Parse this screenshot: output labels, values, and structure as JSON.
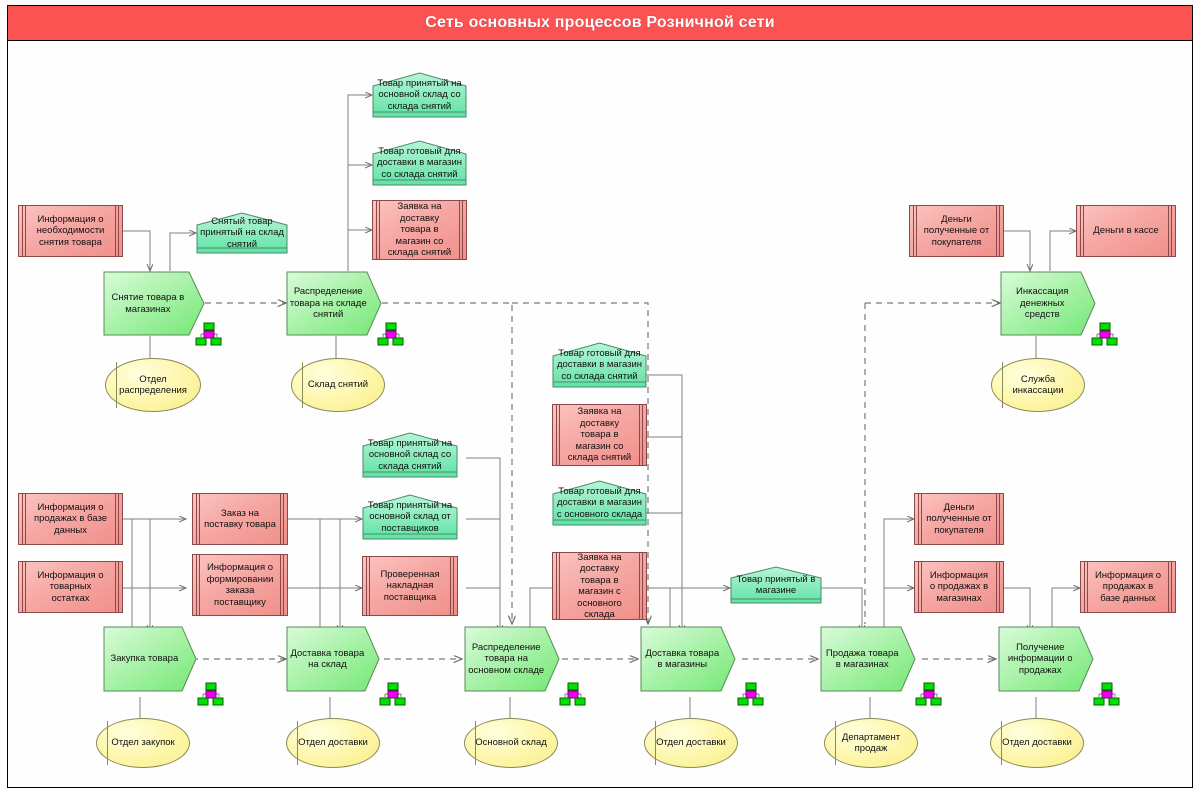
{
  "title": "Сеть основных процессов Розничной сети",
  "colors": {
    "title_bar": "#fb5252",
    "title_text": "#ffffff",
    "data_fill": "#f3a19c",
    "data_border": "#8a4a4a",
    "event_fill": "#7fe9b4",
    "event_border": "#4a8a6a",
    "process_fill": "#8df08d",
    "process_border": "#5a8a5a",
    "org_fill": "#fdf3a0",
    "org_border": "#8a8a5a",
    "connector": "#707070",
    "icon_node": "#00e000",
    "icon_center": "#ee00ee"
  },
  "legend_icon": "org-chart-icon",
  "processes": [
    {
      "id": "p_snyatie",
      "label": "Снятие товара в магазинах",
      "org": "Отдел распределения"
    },
    {
      "id": "p_raspr_sn",
      "label": "Распределение товара на складе снятий",
      "org": "Склад снятий"
    },
    {
      "id": "p_inkass",
      "label": "Инкассация денежных средств",
      "org": "Служба инкассации"
    },
    {
      "id": "p_zakupka",
      "label": "Закупка товара",
      "org": "Отдел закупок"
    },
    {
      "id": "p_dostavka1",
      "label": "Доставка товара на склад",
      "org": "Отдел доставки"
    },
    {
      "id": "p_raspr_osn",
      "label": "Распределение товара на основном складе",
      "org": "Основной склад"
    },
    {
      "id": "p_dostavka2",
      "label": "Доставка товара в магазины",
      "org": "Отдел доставки"
    },
    {
      "id": "p_prodazha",
      "label": "Продажа товара в магазинах",
      "org": "Департамент продаж"
    },
    {
      "id": "p_poluchenie",
      "label": "Получение информации о продажах",
      "org": "Отдел доставки"
    }
  ],
  "data_objects": [
    {
      "id": "d_info_neob",
      "label": "Информация о необходимости снятия товара"
    },
    {
      "id": "d_zayavka_sn",
      "label": "Заявка на доставку товара в магазин со склада снятий"
    },
    {
      "id": "d_dengi_pok1",
      "label": "Деньги полученные от покупателя"
    },
    {
      "id": "d_dengi_kassa",
      "label": "Деньги в кассе"
    },
    {
      "id": "d_zayavka_sn2",
      "label": "Заявка на доставку товара в магазин со склада снятий"
    },
    {
      "id": "d_info_prod_bd",
      "label": "Информация о продажах в базе данных"
    },
    {
      "id": "d_info_ost",
      "label": "Информация о товарных остатках"
    },
    {
      "id": "d_zakaz_post",
      "label": "Заказ на поставку товара"
    },
    {
      "id": "d_info_form",
      "label": "Информация о формировании заказа поставщику"
    },
    {
      "id": "d_prov_nakl",
      "label": "Проверенная накладная поставщика"
    },
    {
      "id": "d_zayavka_osn",
      "label": "Заявка на доставку товара в магазин с основного склада"
    },
    {
      "id": "d_dengi_pok2",
      "label": "Деньги полученные от покупателя"
    },
    {
      "id": "d_info_prod_mag",
      "label": "Информация о продажах в магазинах"
    },
    {
      "id": "d_info_prod_bd2",
      "label": "Информация о продажах в базе данных"
    }
  ],
  "events": [
    {
      "id": "e_snyatyi",
      "label": "Снятый товар принятый на склад снятий"
    },
    {
      "id": "e_prin_osn_sn",
      "label": "Товар принятый на основной склад со склада снятий"
    },
    {
      "id": "e_gotov_sn",
      "label": "Товар готовый для доставки в магазин со склада снятий"
    },
    {
      "id": "e_gotov_sn2",
      "label": "Товар готовый для доставки в магазин со склада снятий"
    },
    {
      "id": "e_prin_osn_sn2",
      "label": "Товар принятый на основной склад со склада снятий"
    },
    {
      "id": "e_prin_osn_post",
      "label": "Товар принятый на основной склад от поставщиков"
    },
    {
      "id": "e_gotov_osn",
      "label": "Товар готовый для доставки в магазин с основного склада"
    },
    {
      "id": "e_prin_mag",
      "label": "Товар принятый в магазине"
    }
  ],
  "org_units": [
    "Отдел распределения",
    "Склад снятий",
    "Служба инкассации",
    "Отдел закупок",
    "Отдел доставки",
    "Основной склад",
    "Отдел доставки",
    "Департамент продаж",
    "Отдел доставки"
  ]
}
